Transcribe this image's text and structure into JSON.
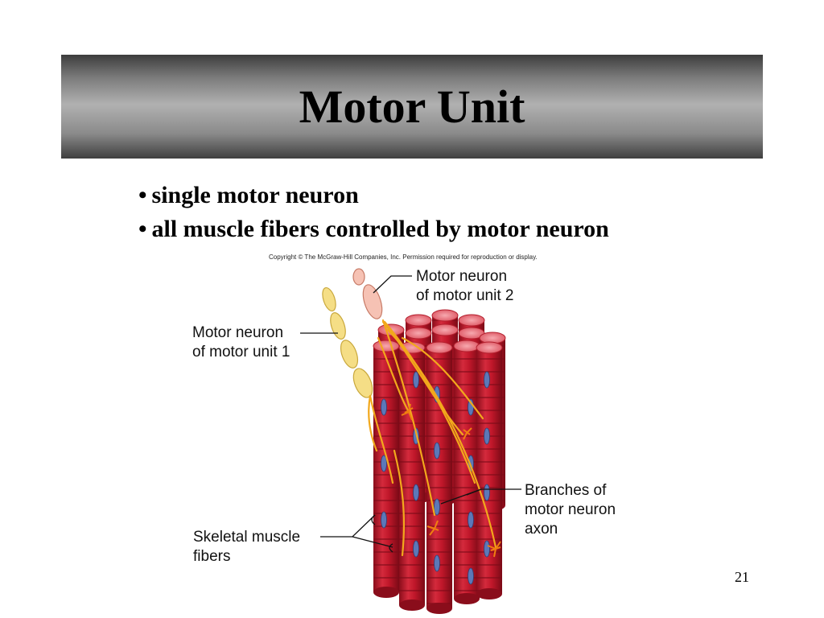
{
  "slide": {
    "title": "Motor Unit",
    "bullets": [
      "single motor neuron",
      "all muscle fibers controlled by motor neuron"
    ],
    "bullet_symbol": "•",
    "page_number": "21"
  },
  "figure": {
    "copyright": "Copyright © The McGraw-Hill Companies, Inc. Permission required for reproduction or display.",
    "labels": {
      "neuron_unit2_line1": "Motor neuron",
      "neuron_unit2_line2": "of motor unit 2",
      "neuron_unit1_line1": "Motor neuron",
      "neuron_unit1_line2": "of motor unit 1",
      "branches_line1": "Branches of",
      "branches_line2": "motor neuron",
      "branches_line3": "axon",
      "fibers_line1": "Skeletal muscle",
      "fibers_line2": "fibers"
    },
    "colors": {
      "muscle": "#c0172a",
      "muscle_top": "#f08a92",
      "nucleus": "#5c78b8",
      "neuron_unit1": "#f5de86",
      "neuron_unit2": "#f6c2b4",
      "axon": "#f2a81c"
    }
  }
}
